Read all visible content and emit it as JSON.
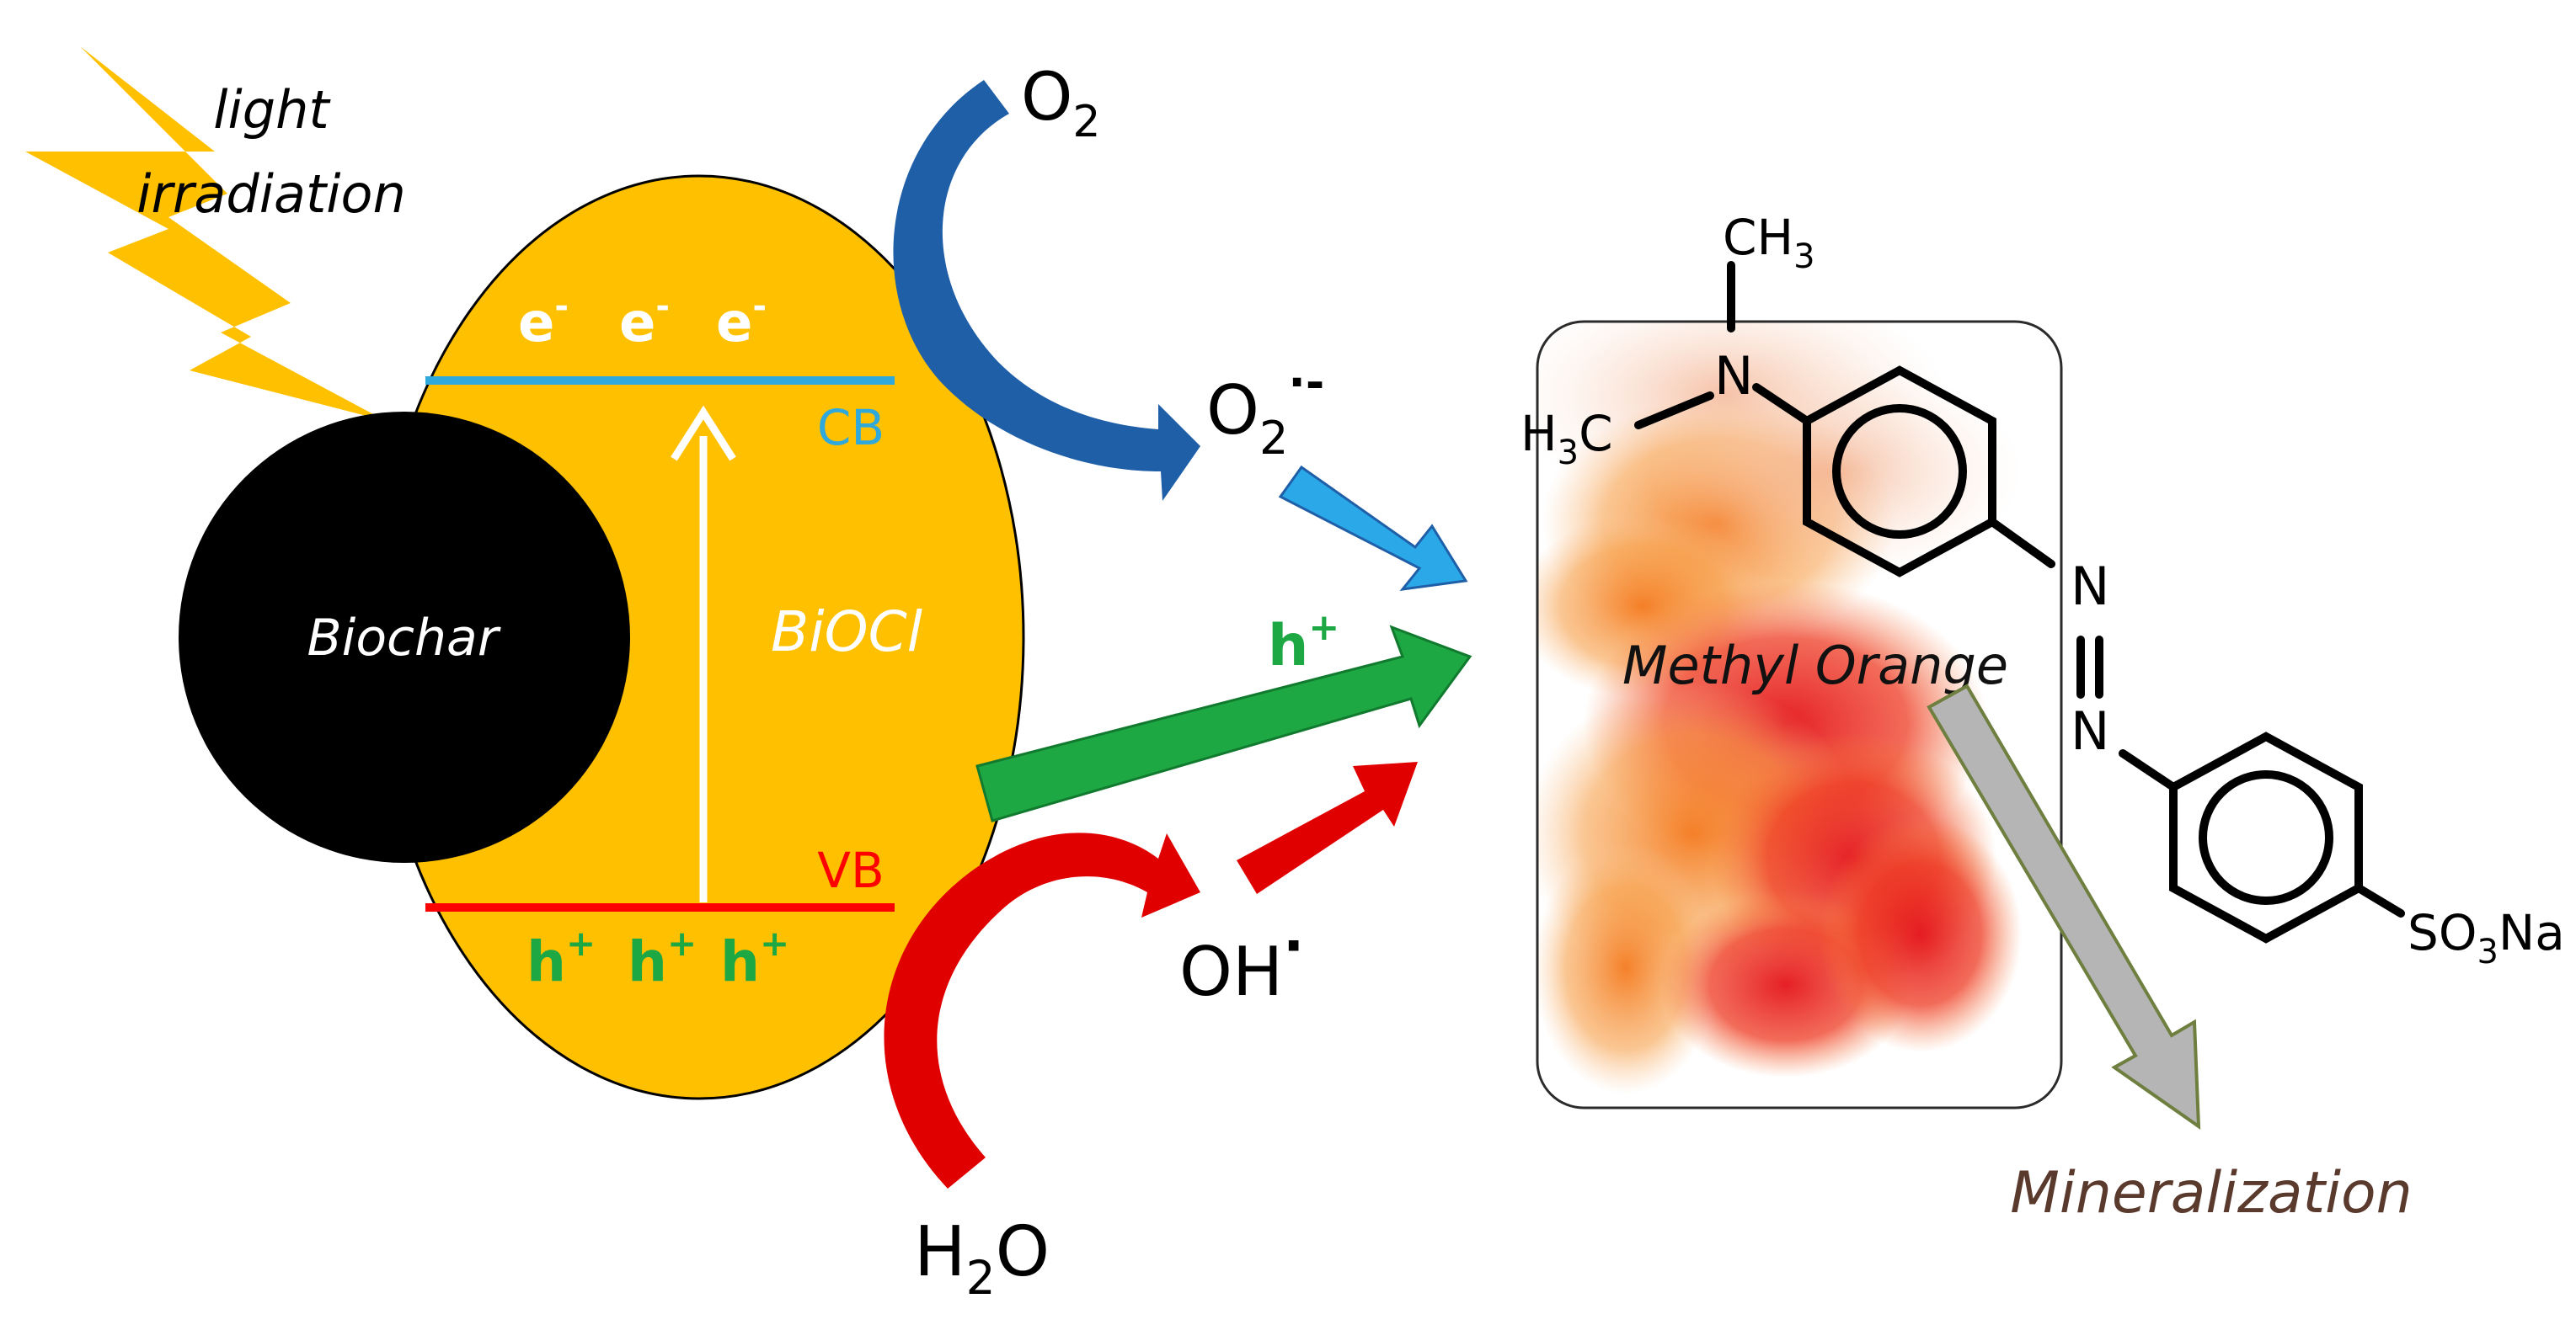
{
  "labels": {
    "light_line1": "light",
    "light_line2": "irradiation",
    "biochar": "Biochar",
    "bioci": "BiOCl",
    "cb": "CB",
    "vb": "VB",
    "electron_symbol": "e",
    "electron_charge": "-",
    "hole_symbol": "h",
    "hole_charge": "+",
    "o2_base": "O",
    "o2_sub": "2",
    "superoxide_base": "O",
    "superoxide_sub": "2",
    "superoxide_sup": "·-",
    "hydroxyl": "OH",
    "hydroxyl_dot": "·",
    "water_h": "H",
    "water_sub": "2",
    "water_o": "O",
    "dye_name": "Methyl Orange",
    "mineralization": "Mineralization"
  },
  "molecule": {
    "ch3_top_base": "CH",
    "ch3_top_sub": "3",
    "h3c_h": "H",
    "h3c_sub": "3",
    "h3c_c": "C",
    "amine_n": "N",
    "azo_n1": "N",
    "azo_n2": "N",
    "so3na_base": "SO",
    "so3na_sub": "3",
    "so3na_tail": "Na"
  },
  "colors": {
    "lightning": "#FFC000",
    "bioci": "#FFC000",
    "biochar": "#000000",
    "cb_line": "#2FA9DB",
    "vb_line": "#FF0000",
    "hole_text": "#1DA843",
    "o2_arrow": "#1F5FA8",
    "superoxide_arrow": "#2AA8E8",
    "hole_arrow": "#1DA843",
    "water_arrow": "#E00000",
    "mineralization_arrow": "#B5B5B5",
    "mineralization_text": "#5B3A2E"
  }
}
